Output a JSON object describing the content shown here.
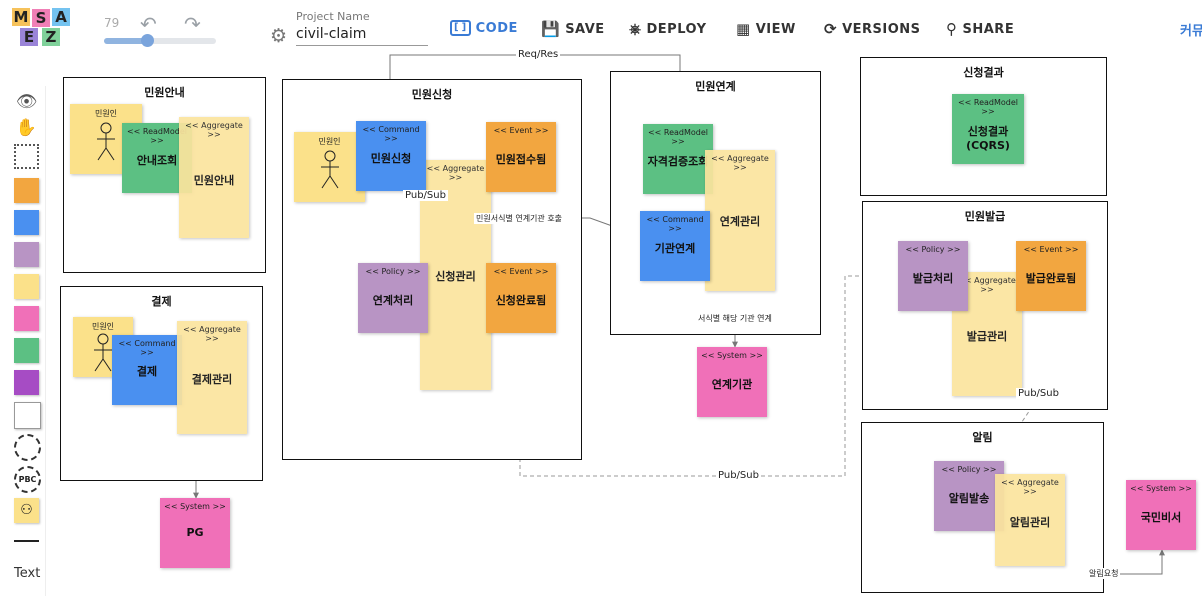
{
  "app": {
    "logo_letters": [
      "M",
      "S",
      "A",
      "E",
      "Z"
    ],
    "zoom_value": "79",
    "zoom_fraction": 0.38,
    "project_label": "Project Name",
    "project_name": "civil-claim",
    "menu": [
      {
        "label": "CODE",
        "icon": "code-icon"
      },
      {
        "label": "SAVE",
        "icon": "save-icon"
      },
      {
        "label": "DEPLOY",
        "icon": "deploy-icon"
      },
      {
        "label": "VIEW",
        "icon": "view-icon"
      },
      {
        "label": "VERSIONS",
        "icon": "versions-icon"
      },
      {
        "label": "SHARE",
        "icon": "share-icon"
      }
    ],
    "right_cut_label": "커뮤",
    "accent_color": "#3a7bd5"
  },
  "palette": {
    "items": [
      "eye-icon",
      "hand-pointer-icon",
      "select-area-icon",
      "event-sticky",
      "command-sticky",
      "policy-sticky",
      "aggregate-sticky",
      "external-sticky",
      "readmodel-sticky",
      "issue-sticky",
      "note-sticky",
      "bounded-context-icon",
      "pbc-icon",
      "actor-sticky",
      "line-tool"
    ],
    "pbc_label": "PBC",
    "text_label": "Text"
  },
  "contexts": {
    "c1": "민원안내",
    "c2": "결제",
    "c3": "민원신청",
    "c4": "민원연계",
    "c5": "신청결과",
    "c6": "민원발급",
    "c7": "알림"
  },
  "types": {
    "actor": "",
    "readmodel": "<< ReadModel >>",
    "aggregate": "<< Aggregate >>",
    "command": "<< Command >>",
    "event": "<< Event >>",
    "policy": "<< Policy >>",
    "system": "<< System >>"
  },
  "actors": {
    "a1": "민원인",
    "a2": "민원인",
    "a3": "민원인"
  },
  "stickies": {
    "rm1": "안내조회",
    "ag1": "민원안내",
    "cmd2": "결제",
    "ag2": "결제관리",
    "sys1": "PG",
    "cmd3": "민원신청",
    "ev1": "민원접수됨",
    "ag3": "신청관리",
    "pol1": "연계처리",
    "ev2": "신청완료됨",
    "rm2": "자격검증조회",
    "cmd4": "기관연계",
    "ag4": "연계관리",
    "sys2": "연계기관",
    "rm3": "신청결과(CQRS)",
    "pol2": "발급처리",
    "ev3": "발급완료됨",
    "ag5": "발급관리",
    "pol3": "알림발송",
    "ag6": "알림관리",
    "sys3": "국민비서"
  },
  "edges": {
    "req_res": "Req/Res",
    "pubsub_a": "Pub/Sub",
    "call_label": "민원서식별 연계기관 호출",
    "per_form": "서식별 해당 기관 연계",
    "pubsub_b": "Pub/Sub",
    "pubsub_c": "Pub/Sub",
    "notify": "알림요청"
  }
}
